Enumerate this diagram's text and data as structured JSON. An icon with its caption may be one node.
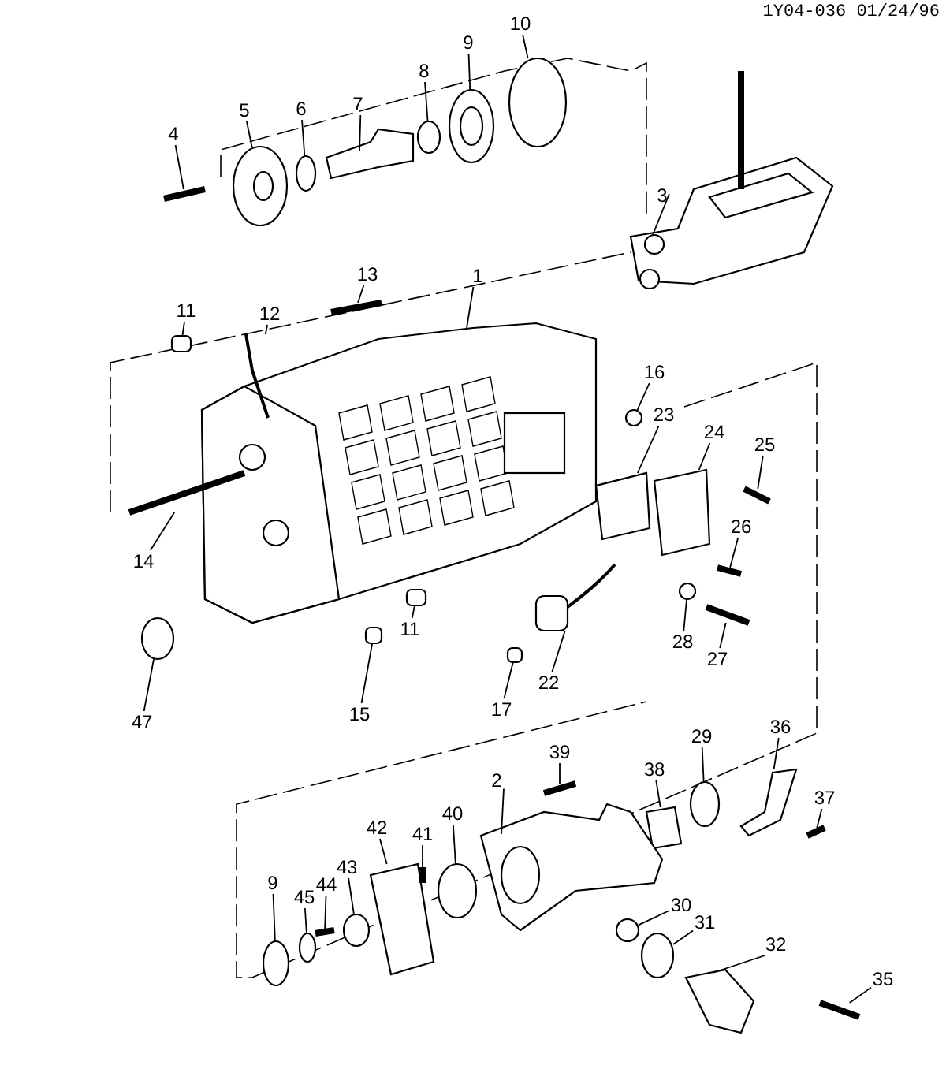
{
  "diagram": {
    "nodes": [
      {
        "text": [
          "10"
        ]
      },
      {
        "text": [
          "9"
        ]
      },
      {
        "text": [
          "8"
        ]
      },
      {
        "text": [
          "7"
        ]
      },
      {
        "text": [
          "6"
        ]
      },
      {
        "text": [
          "5"
        ]
      },
      {
        "text": [
          "4"
        ]
      },
      {
        "text": [
          "3"
        ]
      },
      {
        "text": [
          "13"
        ]
      },
      {
        "text": [
          "1"
        ]
      },
      {
        "text": [
          "11"
        ]
      },
      {
        "text": [
          "12"
        ]
      },
      {
        "text": [
          "16"
        ]
      },
      {
        "text": [
          "23"
        ]
      },
      {
        "text": [
          "24"
        ]
      },
      {
        "text": [
          "25"
        ]
      },
      {
        "text": [
          "26"
        ]
      },
      {
        "text": [
          "14"
        ]
      },
      {
        "text": [
          "11"
        ]
      },
      {
        "text": [
          "47"
        ]
      },
      {
        "text": [
          "28"
        ]
      },
      {
        "text": [
          "27"
        ]
      },
      {
        "text": [
          "15"
        ]
      },
      {
        "text": [
          "22"
        ]
      },
      {
        "text": [
          "17"
        ]
      },
      {
        "text": [
          "36"
        ]
      },
      {
        "text": [
          "29"
        ]
      },
      {
        "text": [
          "39"
        ]
      },
      {
        "text": [
          "38"
        ]
      },
      {
        "text": [
          "2"
        ]
      },
      {
        "text": [
          "37"
        ]
      },
      {
        "text": [
          "42"
        ]
      },
      {
        "text": [
          "41"
        ]
      },
      {
        "text": [
          "40"
        ]
      },
      {
        "text": [
          "30"
        ]
      },
      {
        "text": [
          "31"
        ]
      },
      {
        "text": [
          "43"
        ]
      },
      {
        "text": [
          "9"
        ]
      },
      {
        "text": [
          "45"
        ]
      },
      {
        "text": [
          "44"
        ]
      },
      {
        "text": [
          "32"
        ]
      },
      {
        "text": [
          "35"
        ]
      },
      {
        "text": [],
        "shape": "circle"
      },
      {
        "text": [],
        "shape": "picture"
      },
      {
        "text": [],
        "shape": "circle"
      },
      {
        "text": [],
        "shape": "picture"
      },
      {
        "text": [],
        "shape": "circle"
      },
      {
        "text": [],
        "shape": "picture"
      },
      {
        "text": [],
        "shape": "bar"
      },
      {
        "text": [],
        "shape": "picture"
      },
      {
        "text": [],
        "shape": "bar"
      },
      {
        "text": [],
        "shape": "picture"
      },
      {
        "text": [],
        "shape": "box"
      },
      {
        "text": [],
        "shape": "picture"
      },
      {
        "text": [],
        "shape": "circle"
      },
      {
        "text": [],
        "shape": "picture"
      },
      {
        "text": [],
        "shape": "picture"
      },
      {
        "text": [],
        "shape": "bar"
      },
      {
        "text": [],
        "shape": "bar"
      },
      {
        "text": [],
        "shape": "bar"
      },
      {
        "text": [],
        "shape": "box"
      },
      {
        "text": [],
        "shape": "circle"
      },
      {
        "text": [],
        "shape": "circle"
      },
      {
        "text": [],
        "shape": "bar"
      },
      {
        "text": [],
        "shape": "box"
      },
      {
        "text": [],
        "shape": "picture"
      },
      {
        "text": [],
        "shape": "box"
      },
      {
        "text": [],
        "shape": "picture"
      },
      {
        "text": [],
        "shape": "circle"
      },
      {
        "text": [],
        "shape": "bar"
      },
      {
        "text": [],
        "shape": "picture"
      },
      {
        "text": [],
        "shape": "picture"
      },
      {
        "text": [],
        "shape": "bar"
      },
      {
        "text": [],
        "shape": "picture"
      },
      {
        "text": [],
        "shape": "bar"
      },
      {
        "text": [],
        "shape": "circle"
      },
      {
        "text": [],
        "shape": "circle"
      },
      {
        "text": [],
        "shape": "circle"
      },
      {
        "text": [],
        "shape": "circle"
      },
      {
        "text": [],
        "shape": "circle"
      },
      {
        "text": [],
        "shape": "circle"
      },
      {
        "text": [],
        "shape": "bar"
      },
      {
        "text": [],
        "shape": "picture"
      },
      {
        "text": [],
        "shape": "bar"
      }
    ],
    "edges": [
      {
        "from": 0,
        "to": 42,
        "arrow": "none"
      },
      {
        "from": 1,
        "to": 43,
        "arrow": "none"
      },
      {
        "from": 2,
        "to": 44,
        "arrow": "none"
      },
      {
        "from": 3,
        "to": 45,
        "arrow": "none"
      },
      {
        "from": 4,
        "to": 46,
        "arrow": "none"
      },
      {
        "from": 5,
        "to": 47,
        "arrow": "none"
      },
      {
        "from": 6,
        "to": 48,
        "arrow": "none"
      },
      {
        "from": 7,
        "to": 49,
        "arrow": "none"
      },
      {
        "from": 8,
        "to": 50,
        "arrow": "none"
      },
      {
        "from": 9,
        "to": 51,
        "arrow": "none"
      },
      {
        "from": 10,
        "to": 52,
        "arrow": "none"
      },
      {
        "from": 11,
        "to": 53,
        "arrow": "none"
      },
      {
        "from": 12,
        "to": 54,
        "arrow": "none"
      },
      {
        "from": 13,
        "to": 55,
        "arrow": "none"
      },
      {
        "from": 14,
        "to": 56,
        "arrow": "none"
      },
      {
        "from": 15,
        "to": 57,
        "arrow": "none"
      },
      {
        "from": 16,
        "to": 58,
        "arrow": "none"
      },
      {
        "from": 17,
        "to": 59,
        "arrow": "none"
      },
      {
        "from": 18,
        "to": 60,
        "arrow": "none"
      },
      {
        "from": 19,
        "to": 61,
        "arrow": "none"
      },
      {
        "from": 20,
        "to": 62,
        "arrow": "none"
      },
      {
        "from": 21,
        "to": 63,
        "arrow": "none"
      },
      {
        "from": 22,
        "to": 64,
        "arrow": "none"
      },
      {
        "from": 23,
        "to": 65,
        "arrow": "none"
      },
      {
        "from": 24,
        "to": 66,
        "arrow": "none"
      },
      {
        "from": 25,
        "to": 67,
        "arrow": "none"
      },
      {
        "from": 26,
        "to": 68,
        "arrow": "none"
      },
      {
        "from": 27,
        "to": 69,
        "arrow": "none"
      },
      {
        "from": 28,
        "to": 70,
        "arrow": "none"
      },
      {
        "from": 29,
        "to": 71,
        "arrow": "none"
      },
      {
        "from": 30,
        "to": 72,
        "arrow": "none"
      },
      {
        "from": 31,
        "to": 73,
        "arrow": "none"
      },
      {
        "from": 32,
        "to": 74,
        "arrow": "none"
      },
      {
        "from": 33,
        "to": 75,
        "arrow": "none"
      },
      {
        "from": 34,
        "to": 76,
        "arrow": "none"
      },
      {
        "from": 35,
        "to": 77,
        "arrow": "none"
      },
      {
        "from": 36,
        "to": 78,
        "arrow": "none"
      },
      {
        "from": 37,
        "to": 79,
        "arrow": "none"
      },
      {
        "from": 38,
        "to": 80,
        "arrow": "none"
      },
      {
        "from": 39,
        "to": 81,
        "arrow": "none"
      },
      {
        "from": 40,
        "to": 82,
        "arrow": "none"
      },
      {
        "from": 41,
        "to": 83,
        "arrow": "none"
      }
    ],
    "labels": [
      "1Y04-036 01/24/96"
    ]
  }
}
